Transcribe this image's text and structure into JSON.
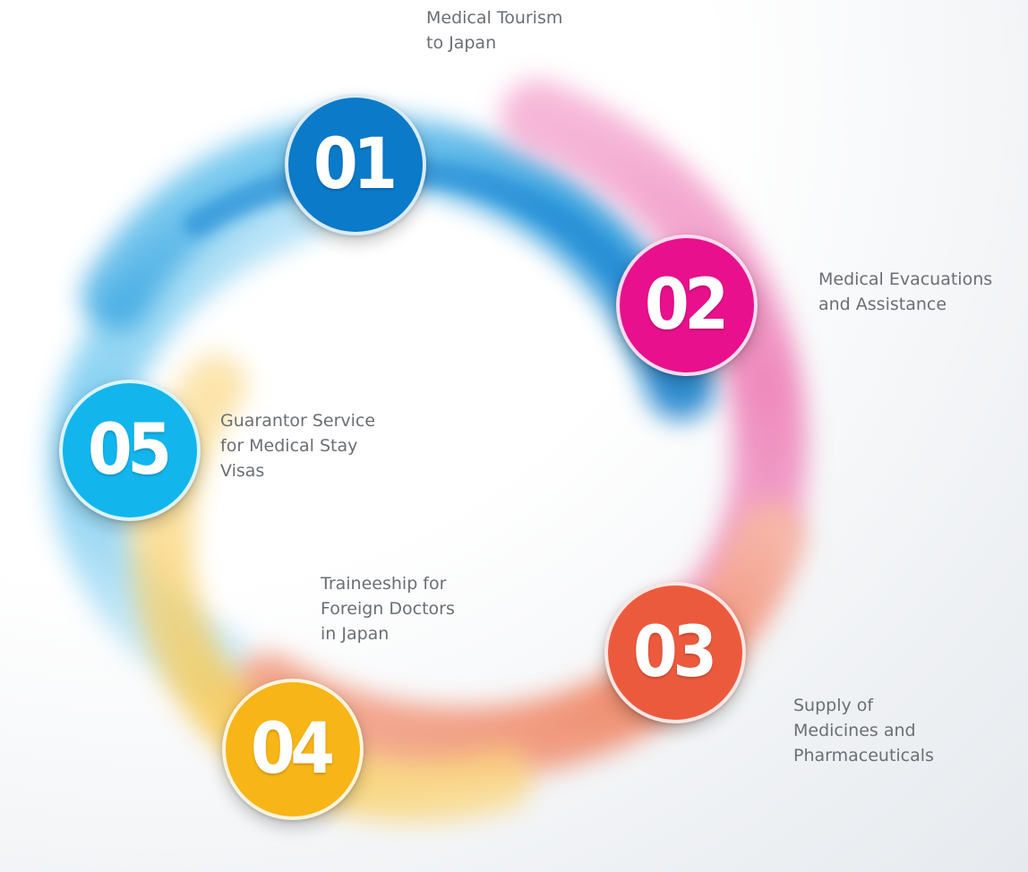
{
  "colors": {
    "blue_dark": "#0a7ac9",
    "blue_light": "#2fb3ea",
    "pink": "#e8108c",
    "orange_red": "#ec5a3e",
    "yellow": "#f7b517",
    "label_gray": "#6b6f73"
  },
  "items": [
    {
      "number": "01",
      "color": "#0a7ac9",
      "label_lines": [
        "Medical Tourism",
        "to Japan"
      ]
    },
    {
      "number": "02",
      "color": "#e8108c",
      "label_lines": [
        "Medical Evacuations",
        "and Assistance"
      ]
    },
    {
      "number": "03",
      "color": "#ec5a3e",
      "label_lines": [
        "Supply of",
        "Medicines and",
        "Pharmaceuticals"
      ]
    },
    {
      "number": "04",
      "color": "#f7b517",
      "label_lines": [
        "Traineeship for",
        "Foreign Doctors",
        "in Japan"
      ]
    },
    {
      "number": "05",
      "color": "#12b6ec",
      "label_lines": [
        "Guarantor Service",
        "for Medical Stay",
        "Visas"
      ]
    }
  ]
}
